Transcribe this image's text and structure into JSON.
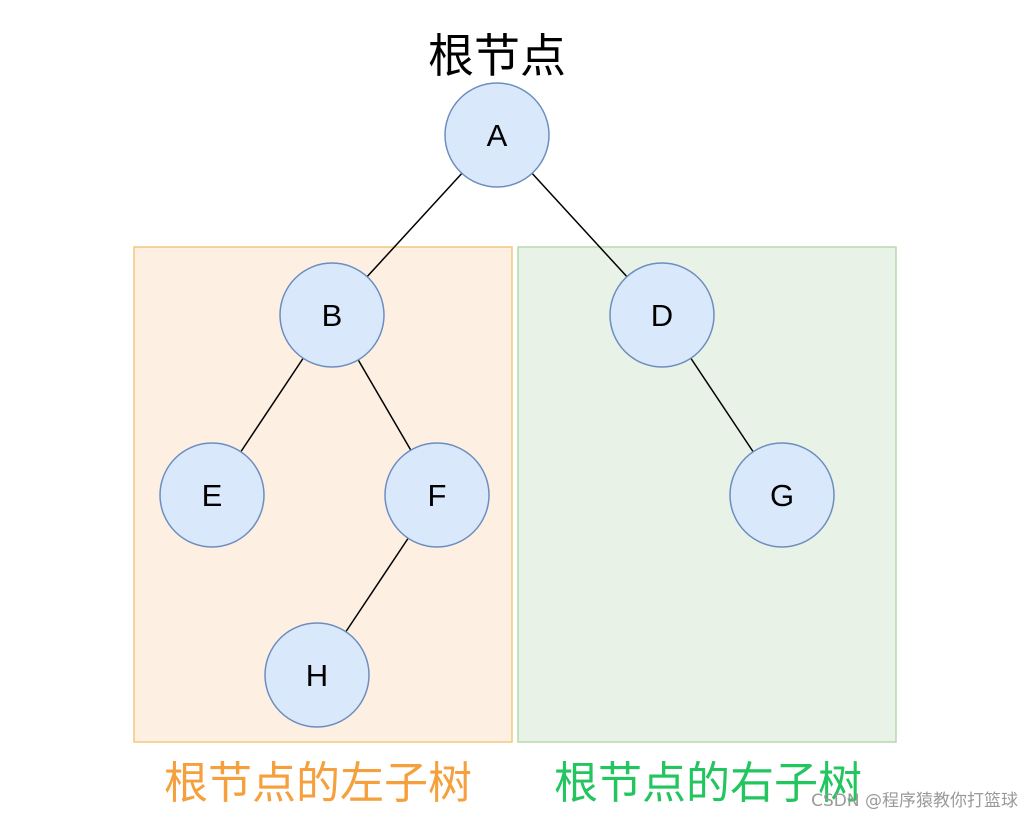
{
  "title": "根节点",
  "nodes": [
    {
      "id": "A",
      "label": "A"
    },
    {
      "id": "B",
      "label": "B"
    },
    {
      "id": "D",
      "label": "D"
    },
    {
      "id": "E",
      "label": "E"
    },
    {
      "id": "F",
      "label": "F"
    },
    {
      "id": "G",
      "label": "G"
    },
    {
      "id": "H",
      "label": "H"
    }
  ],
  "edges": [
    {
      "from": "A",
      "to": "B"
    },
    {
      "from": "A",
      "to": "D"
    },
    {
      "from": "B",
      "to": "E"
    },
    {
      "from": "B",
      "to": "F"
    },
    {
      "from": "F",
      "to": "H"
    },
    {
      "from": "D",
      "to": "G"
    }
  ],
  "left_subtree": {
    "caption": "根节点的左子树",
    "color": "#f5a03c",
    "fill": "#fdefe2",
    "stroke": "#f0c87f"
  },
  "right_subtree": {
    "caption": "根节点的右子树",
    "color": "#22c55e",
    "fill": "#e8f2e6",
    "stroke": "#b9d9ad"
  },
  "node_style": {
    "fill": "#dae8fc",
    "stroke": "#6c8ebf"
  },
  "watermark": "CSDN @程序猿教你打篮球"
}
